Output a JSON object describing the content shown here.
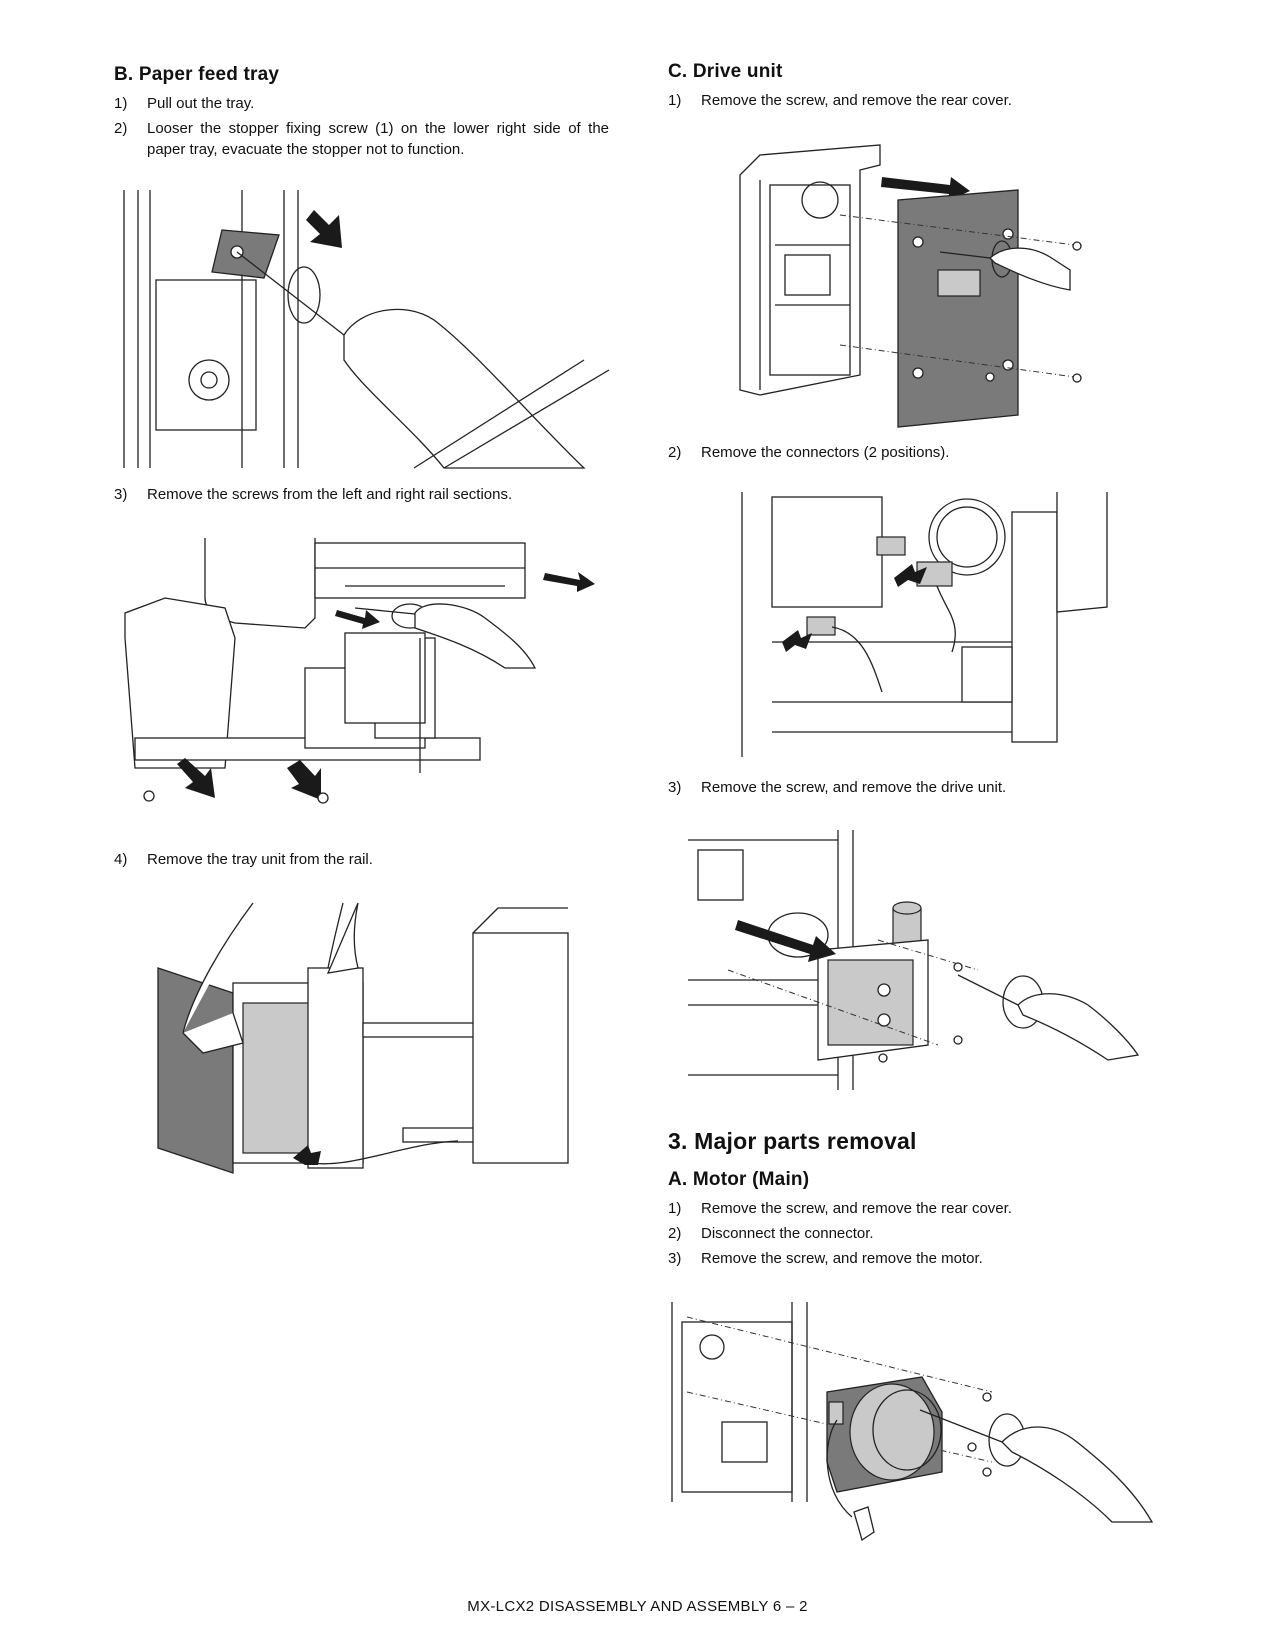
{
  "left_column": {
    "section_b": {
      "heading": "B.  Paper feed tray",
      "steps": [
        {
          "num": "1)",
          "text": "Pull out the tray."
        },
        {
          "num": "2)",
          "text": "Looser the stopper fixing screw (1) on the lower right side of the paper tray, evacuate the stopper not to function."
        },
        {
          "num": "3)",
          "text": "Remove the screws from the left and right rail sections."
        },
        {
          "num": "4)",
          "text": "Remove the tray unit from the rail."
        }
      ]
    }
  },
  "right_column": {
    "section_c": {
      "heading": "C.  Drive unit",
      "steps": [
        {
          "num": "1)",
          "text": "Remove the screw, and remove the rear cover."
        },
        {
          "num": "2)",
          "text": "Remove the connectors (2 positions)."
        },
        {
          "num": "3)",
          "text": "Remove the screw, and remove the drive unit."
        }
      ]
    },
    "section_3": {
      "heading": "3.   Major parts removal"
    },
    "section_a": {
      "heading": "A.  Motor (Main)",
      "steps": [
        {
          "num": "1)",
          "text": "Remove the screw, and remove the rear cover."
        },
        {
          "num": "2)",
          "text": "Disconnect the connector."
        },
        {
          "num": "3)",
          "text": "Remove the screw, and remove the motor."
        }
      ]
    }
  },
  "footer": {
    "text": "MX-LCX2  DISASSEMBLY AND ASSEMBLY  6 – 2"
  }
}
